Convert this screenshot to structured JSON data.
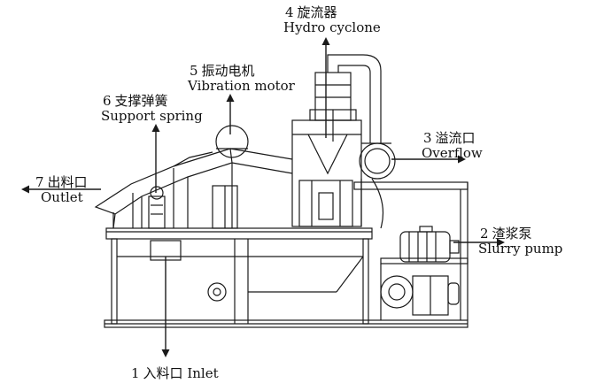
{
  "diagram": {
    "components": [
      {
        "id": "c1",
        "number": "1",
        "name_cn": "入料口",
        "name_en": "Inlet"
      },
      {
        "id": "c2",
        "number": "2",
        "name_cn": "渣浆泵",
        "name_en": "Slurry pump"
      },
      {
        "id": "c3",
        "number": "3",
        "name_cn": "溢流口",
        "name_en": "Overflow"
      },
      {
        "id": "c4",
        "number": "4",
        "name_cn": "旋流器",
        "name_en": "Hydro cyclone"
      },
      {
        "id": "c5",
        "number": "5",
        "name_cn": "振动电机",
        "name_en": "Vibration motor"
      },
      {
        "id": "c6",
        "number": "6",
        "name_cn": "支撑弹簧",
        "name_en": "Support spring"
      },
      {
        "id": "c7",
        "number": "7",
        "name_cn": "出料口",
        "name_en": "Outlet"
      }
    ]
  },
  "colors": {
    "line": "#1a1a1a",
    "text": "#111111",
    "background": "#ffffff"
  }
}
